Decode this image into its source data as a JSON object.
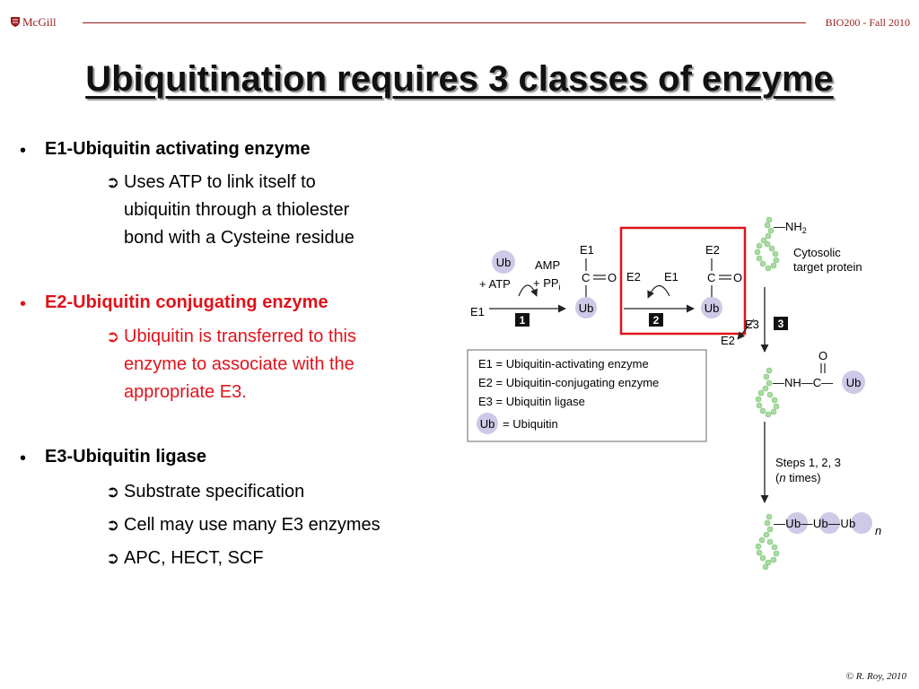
{
  "header": {
    "logo": "McGill",
    "course": "BIO200 - Fall 2010"
  },
  "title": "Ubiquitination requires 3 classes of enzyme",
  "bullets": [
    {
      "marker": "•",
      "heading": "E1-Ubiquitin activating enzyme",
      "sub_lines": [
        "Uses ATP to link itself to",
        "ubiquitin through a thiolester",
        "bond with a Cysteine residue"
      ]
    },
    {
      "marker": "•",
      "heading": "E2-Ubiquitin conjugating enzyme",
      "sub_lines": [
        "Ubiquitin is transferred to this",
        "enzyme to associate with the",
        "appropriate E3."
      ]
    },
    {
      "marker": "•",
      "heading": "E3-Ubiquitin ligase",
      "sub_items": [
        "Substrate specification",
        "Cell may use many E3 enzymes",
        "APC, HECT, SCF"
      ]
    }
  ],
  "arrow_glyph": "➲",
  "diagram": {
    "ub": "Ub",
    "e1": "E1",
    "e2": "E2",
    "e3": "E3",
    "c_letter": "C",
    "o_letter": "O",
    "amp": "AMP",
    "pp": "+ PP",
    "pp_sub": "i",
    "plus_atp": "+ ATP",
    "nh2": "—NH",
    "nh2_sub": "2",
    "nh": "—NH—C—",
    "step1": "1",
    "step2": "2",
    "step3": "3",
    "protein_label_1": "Cytosolic",
    "protein_label_2": "target protein",
    "steps_repeat_1": "Steps 1, 2, 3",
    "steps_repeat_2_pre": "(",
    "steps_repeat_2_n": "n",
    "steps_repeat_2_post": " times)",
    "chain": "—Ub—Ub—Ub",
    "chain_n": "n",
    "legend": [
      "E1 = Ubiquitin-activating enzyme",
      "E2 = Ubiquitin-conjugating enzyme",
      "E3 = Ubiquitin ligase",
      "= Ubiquitin"
    ]
  },
  "footer": "© R. Roy, 2010",
  "colors": {
    "accent": "#9b1b1b",
    "highlight_red": "#e0131b",
    "ub_fill": "#cfc8e6",
    "protein_green": "#a8dca0"
  }
}
